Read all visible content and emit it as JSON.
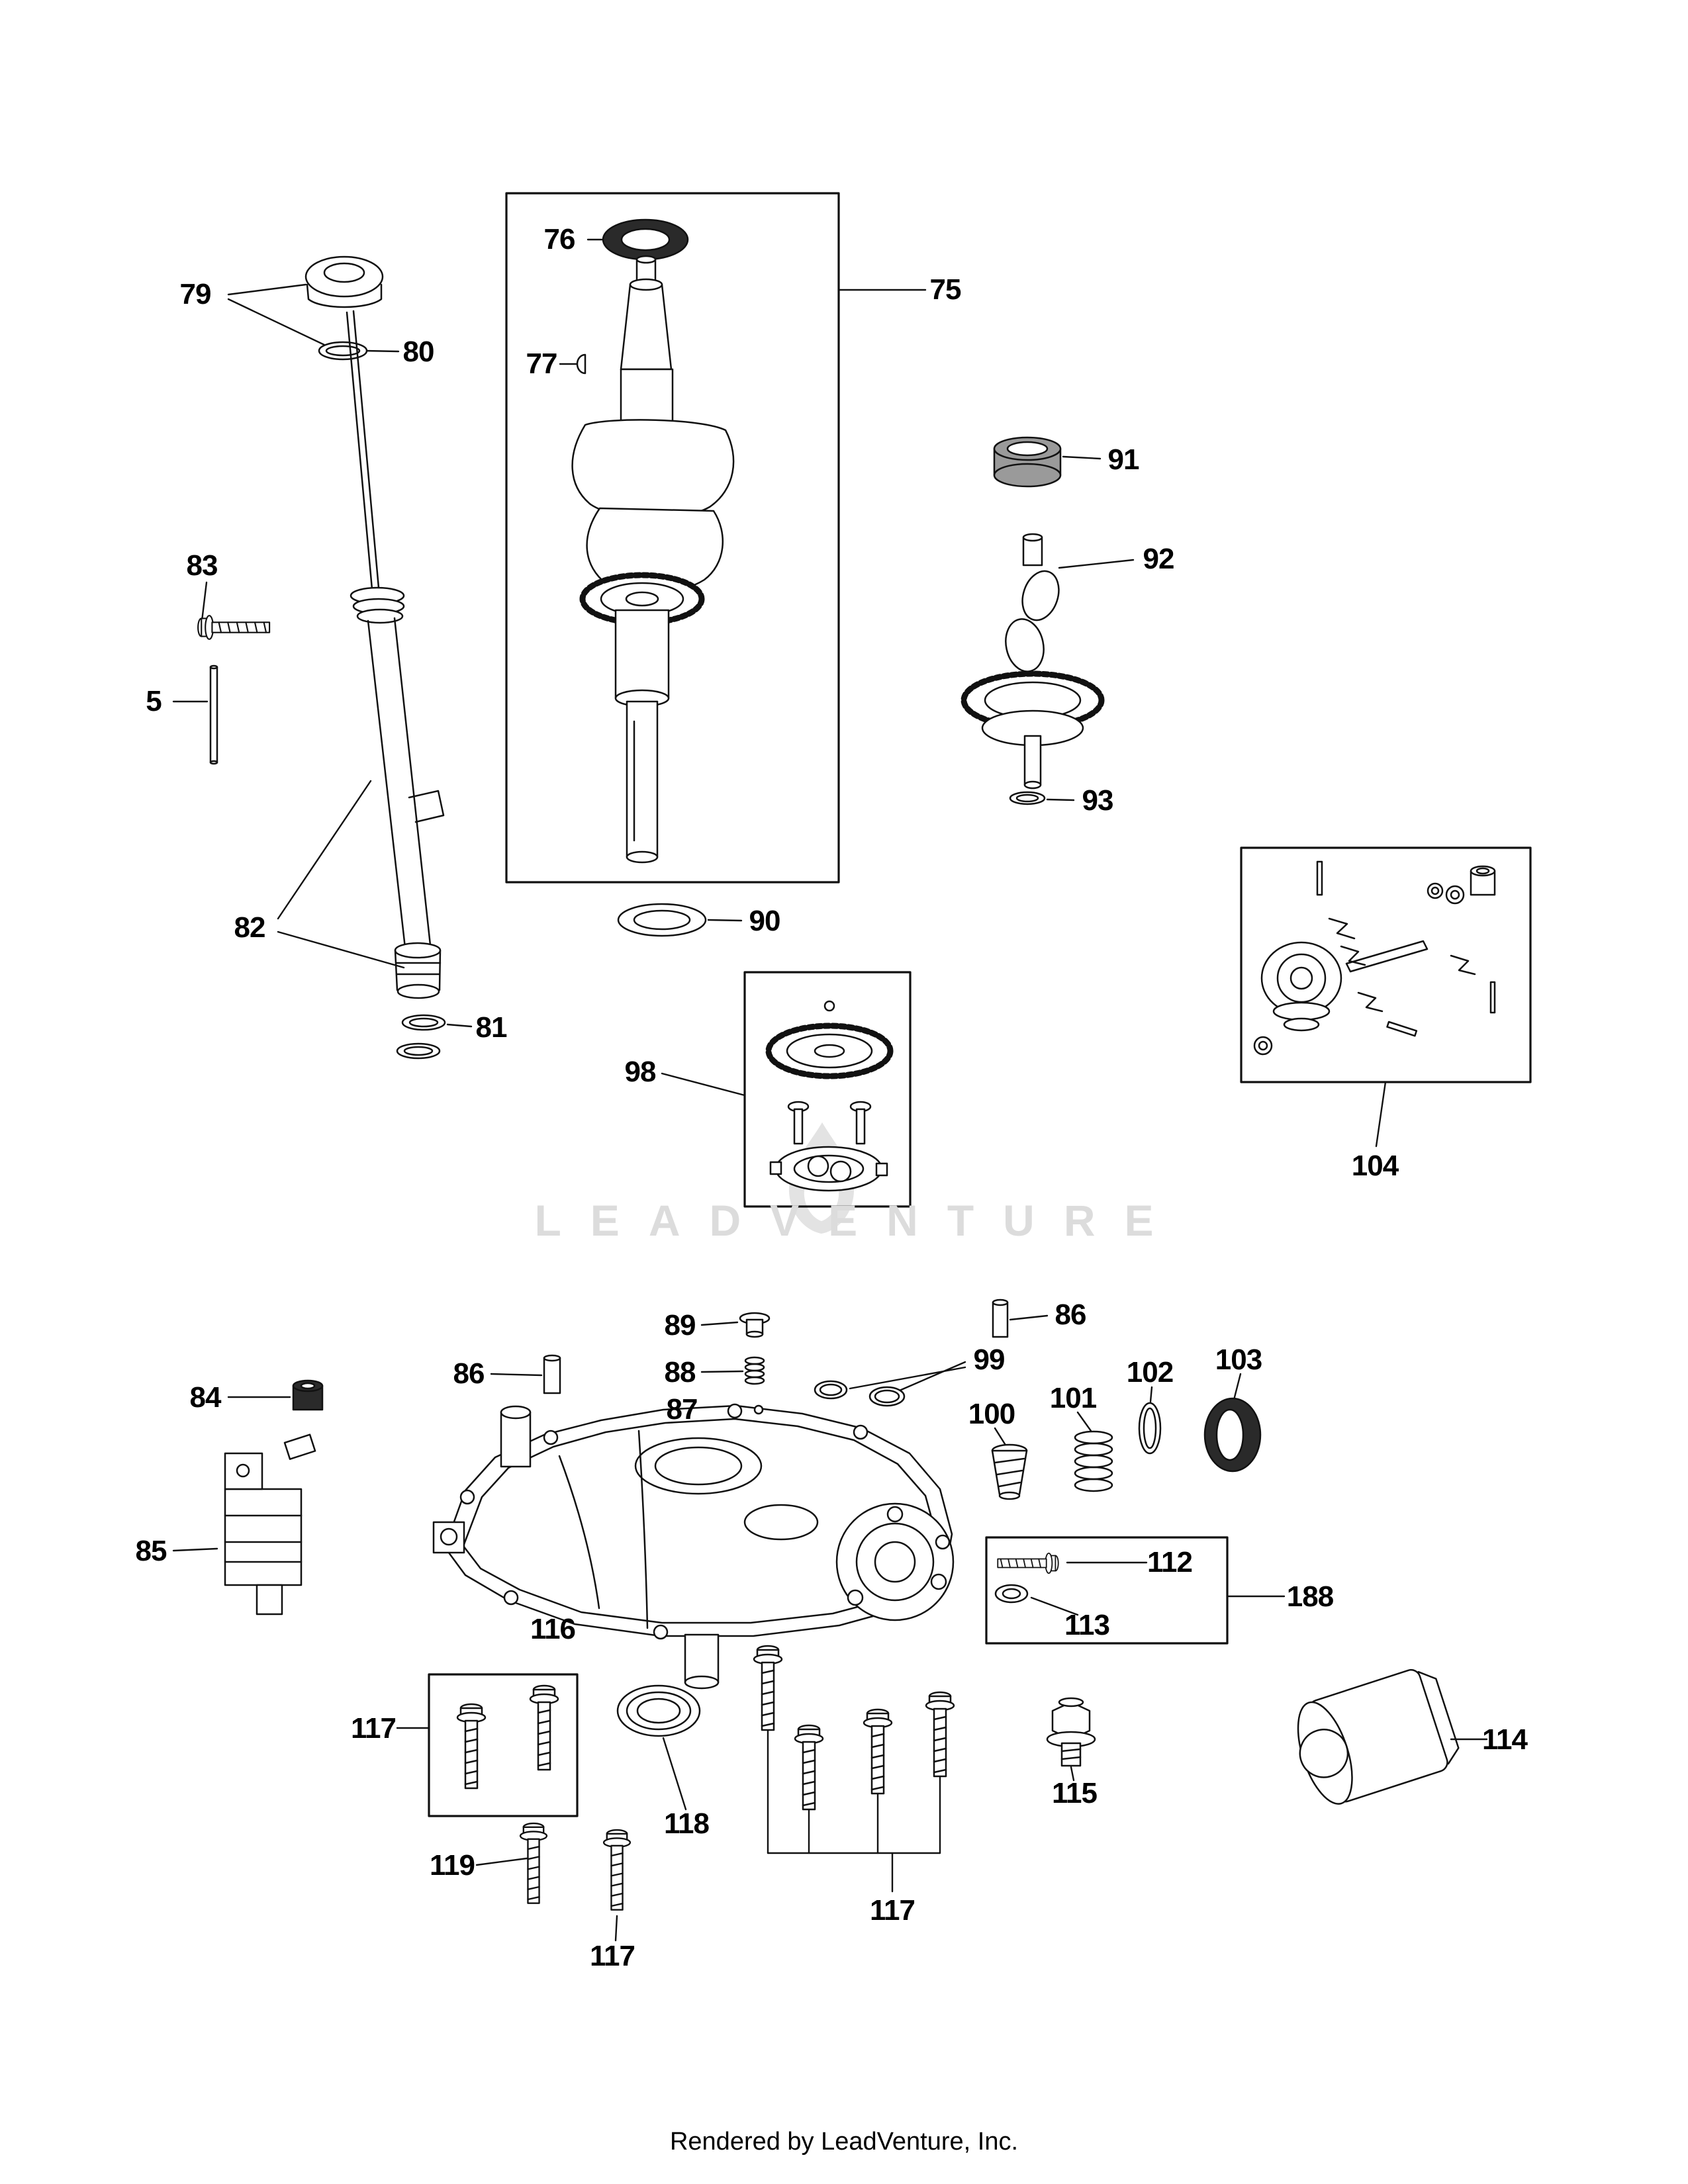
{
  "page": {
    "watermark": "LEADVENTURE",
    "footer": "Rendered by LeadVenture, Inc."
  },
  "callouts": {
    "c5": "5",
    "c75": "75",
    "c76": "76",
    "c77": "77",
    "c79": "79",
    "c80": "80",
    "c81": "81",
    "c82": "82",
    "c83": "83",
    "c84": "84",
    "c85": "85",
    "c86_left": "86",
    "c86_right": "86",
    "c87": "87",
    "c88": "88",
    "c89": "89",
    "c90": "90",
    "c91": "91",
    "c92": "92",
    "c93": "93",
    "c98": "98",
    "c99": "99",
    "c100": "100",
    "c101": "101",
    "c102": "102",
    "c103": "103",
    "c104": "104",
    "c112": "112",
    "c113": "113",
    "c114": "114",
    "c115": "115",
    "c116": "116",
    "c117_left": "117",
    "c117_middle": "117",
    "c117_bottom": "117",
    "c118": "118",
    "c119": "119",
    "c188": "188"
  }
}
